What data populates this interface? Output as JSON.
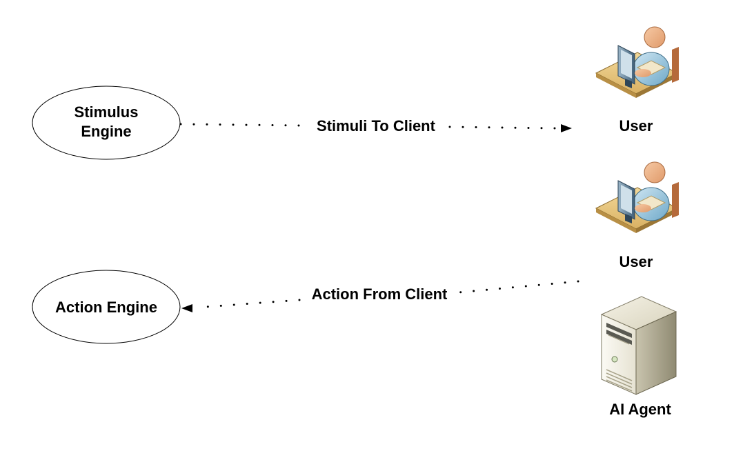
{
  "nodes": {
    "stimulus_engine": {
      "label_line1": "Stimulus",
      "label_line2": "Engine"
    },
    "action_engine": {
      "label": "Action Engine"
    },
    "user_top": {
      "label": "User",
      "icon": "user-at-computer-icon"
    },
    "user_bottom": {
      "label": "User",
      "icon": "user-at-computer-icon"
    },
    "ai_agent": {
      "label": "AI Agent",
      "icon": "server-tower-icon"
    }
  },
  "edges": {
    "stimuli": {
      "label": "Stimuli To Client"
    },
    "action": {
      "label": "Action From Client"
    }
  }
}
